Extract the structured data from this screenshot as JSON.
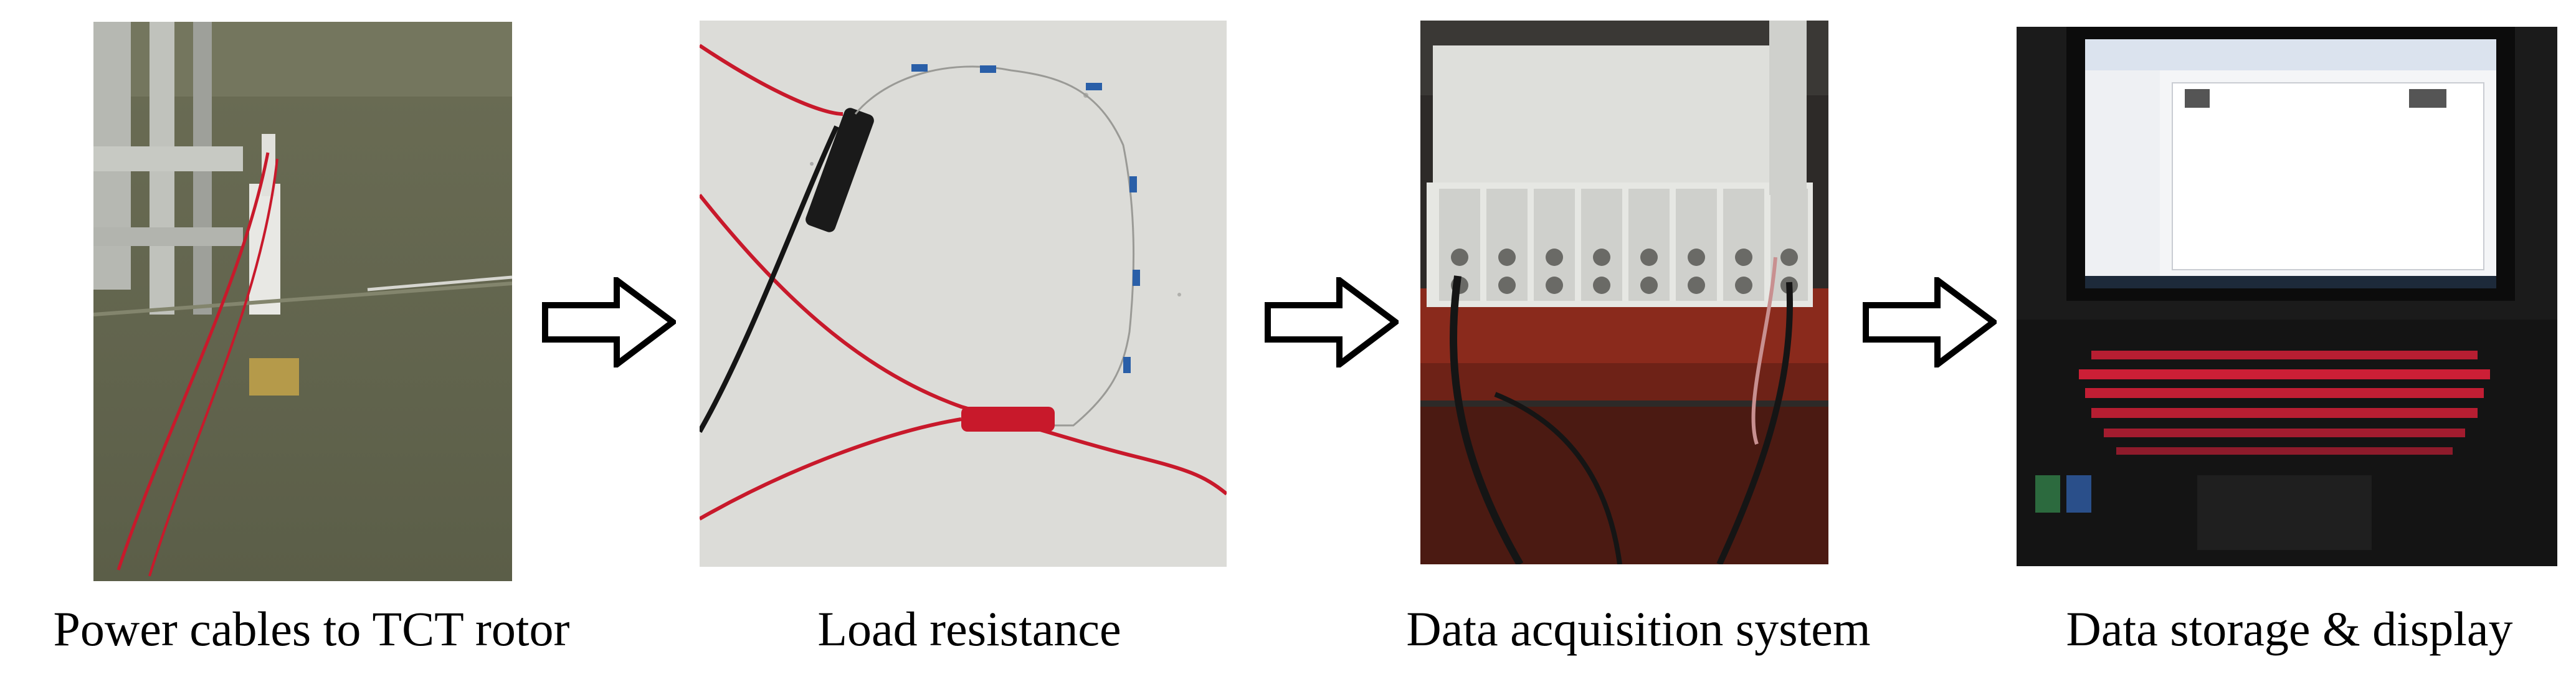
{
  "steps": [
    {
      "id": "power",
      "caption": "Power cables to TCT rotor",
      "icon": "water-tank-photo"
    },
    {
      "id": "load",
      "caption": "Load resistance",
      "icon": "resistor-chain-photo"
    },
    {
      "id": "daq",
      "caption": "Data acquisition system",
      "icon": "daq-chassis-photo"
    },
    {
      "id": "storage",
      "caption": "Data storage & display",
      "icon": "laptop-photo"
    }
  ],
  "arrows": [
    "right-arrow-icon",
    "right-arrow-icon",
    "right-arrow-icon"
  ],
  "colors": {
    "cable_red": "#c8192b",
    "cable_black": "#151515",
    "water": "#6e705a",
    "floor": "#dcdcd8",
    "chassis": "#dedfdb",
    "desk": "#8a2a1c",
    "keyboard_glow": "#e0203a"
  }
}
